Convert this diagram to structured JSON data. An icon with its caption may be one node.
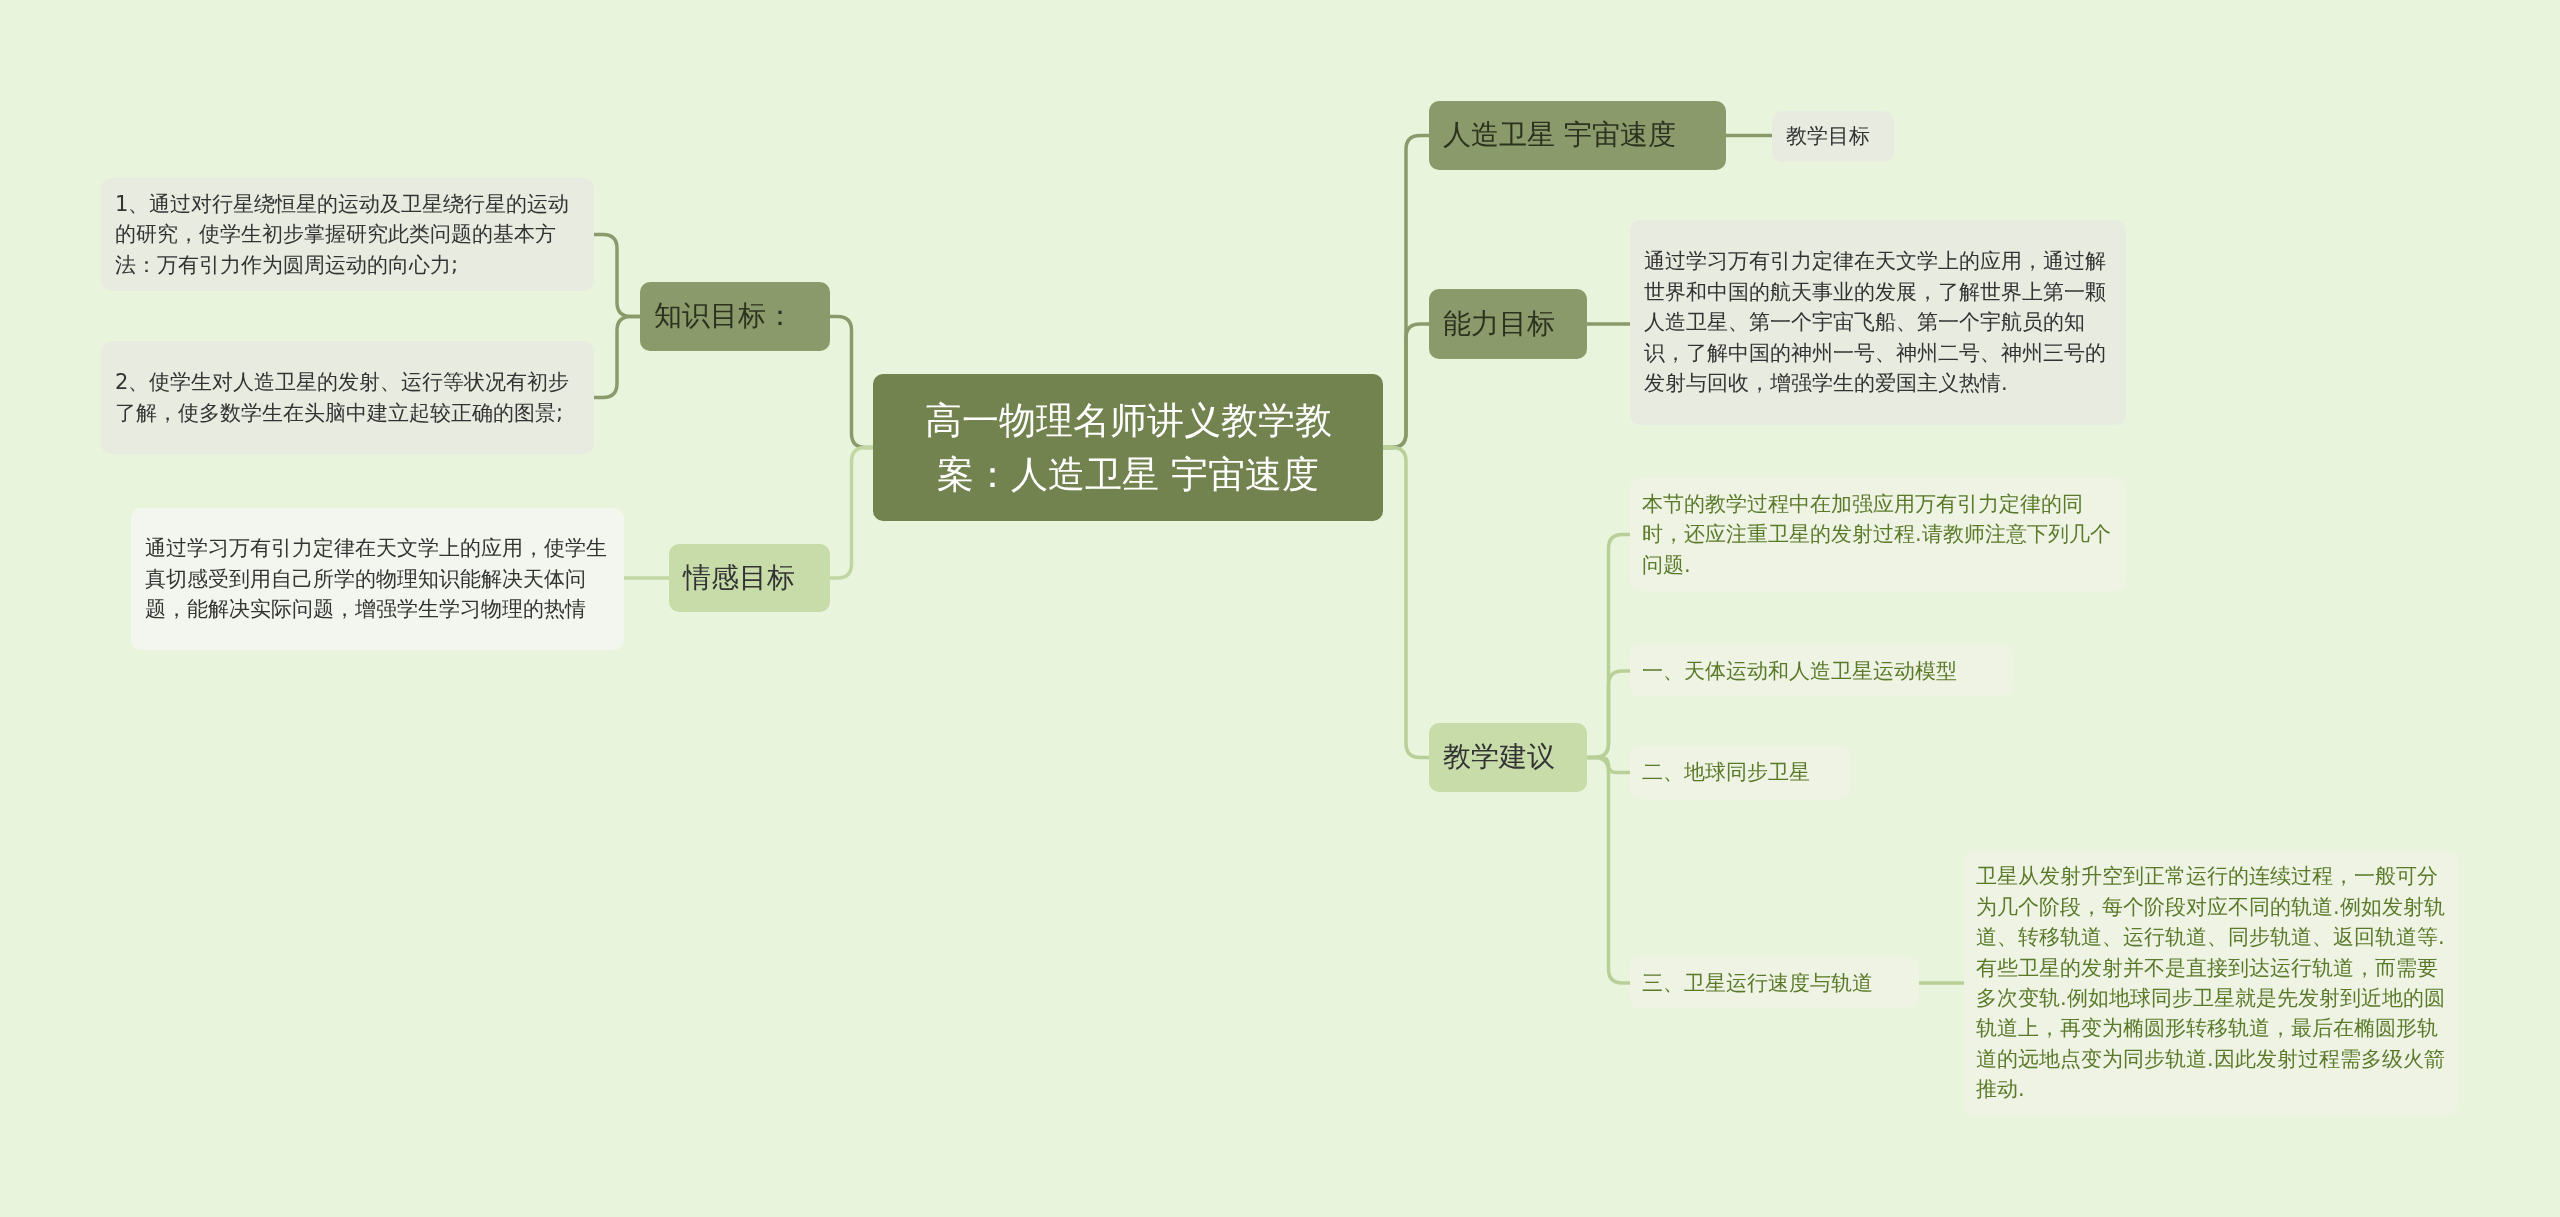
{
  "diagram": {
    "nodes": [
      {
        "text": [
          "高一物理名师讲义教学教案：人造卫星 宇宙速度"
        ]
      },
      {
        "text": [
          "知识目标："
        ]
      },
      {
        "text": [
          "1、通过对行星绕恒星的运动及卫星绕行星的运动的研究，使学生初步掌握研究此类问题的基本方法：万有引力作为圆周运动的向心力;"
        ]
      },
      {
        "text": [
          "2、使学生对人造卫星的发射、运行等状况有初步了解，使多数学生在头脑中建立起较正确的图景;"
        ]
      },
      {
        "text": [
          "情感目标"
        ]
      },
      {
        "text": [
          "通过学习万有引力定律在天文学上的应用，使学生真切感受到用自己所学的物理知识能解决天体问题，能解决实际问题，增强学生学习物理的热情"
        ]
      },
      {
        "text": [
          "人造卫星 宇宙速度"
        ]
      },
      {
        "text": [
          "教学目标"
        ]
      },
      {
        "text": [
          "能力目标"
        ]
      },
      {
        "text": [
          "通过学习万有引力定律在天文学上的应用，通过解世界和中国的航天事业的发展，了解世界上第一颗人造卫星、第一个宇宙飞船、第一个宇航员的知识，了解中国的神州一号、神州二号、神州三号的发射与回收，增强学生的爱国主义热情."
        ]
      },
      {
        "text": [
          "教学建议"
        ]
      },
      {
        "text": [
          "本节的教学过程中在加强应用万有引力定律的同时，还应注重卫星的发射过程.请教师注意下列几个问题."
        ]
      },
      {
        "text": [
          "一、天体运动和人造卫星运动模型"
        ]
      },
      {
        "text": [
          "二、地球同步卫星"
        ]
      },
      {
        "text": [
          "三、卫星运行速度与轨道"
        ]
      },
      {
        "text": [
          "卫星从发射升空到正常运行的连续过程，一般可分为几个阶段，每个阶段对应不同的轨道.例如发射轨道、转移轨道、运行轨道、同步轨道、返回轨道等.有些卫星的发射并不是直接到达运行轨道，而需要多次变轨.例如地球同步卫星就是先发射到近地的圆轨道上，再变为椭圆形转移轨道，最后在椭圆形轨道的远地点变为同步轨道.因此发射过程需多级火箭推动."
        ]
      }
    ],
    "edges": [
      {
        "from": 0,
        "to": 1,
        "arrow": "none"
      },
      {
        "from": 1,
        "to": 2,
        "arrow": "none"
      },
      {
        "from": 1,
        "to": 3,
        "arrow": "none"
      },
      {
        "from": 0,
        "to": 4,
        "arrow": "none",
        "color": "#c2d6a4"
      },
      {
        "from": 4,
        "to": 5,
        "arrow": "none",
        "color": "#c2d6a4"
      },
      {
        "from": 0,
        "to": 6,
        "arrow": "none"
      },
      {
        "from": 6,
        "to": 7,
        "arrow": "none"
      },
      {
        "from": 0,
        "to": 8,
        "arrow": "none"
      },
      {
        "from": 8,
        "to": 9,
        "arrow": "none"
      },
      {
        "from": 0,
        "to": 10,
        "arrow": "none",
        "color": "#b9cf98"
      },
      {
        "from": 10,
        "to": 11,
        "arrow": "none",
        "color": "#b9cf98"
      },
      {
        "from": 10,
        "to": 12,
        "arrow": "none",
        "color": "#b9cf98"
      },
      {
        "from": 10,
        "to": 13,
        "arrow": "none",
        "color": "#b9cf98"
      },
      {
        "from": 10,
        "to": 14,
        "arrow": "none",
        "color": "#b9cf98"
      },
      {
        "from": 14,
        "to": 15,
        "arrow": "none",
        "color": "#b9cf98"
      }
    ]
  }
}
